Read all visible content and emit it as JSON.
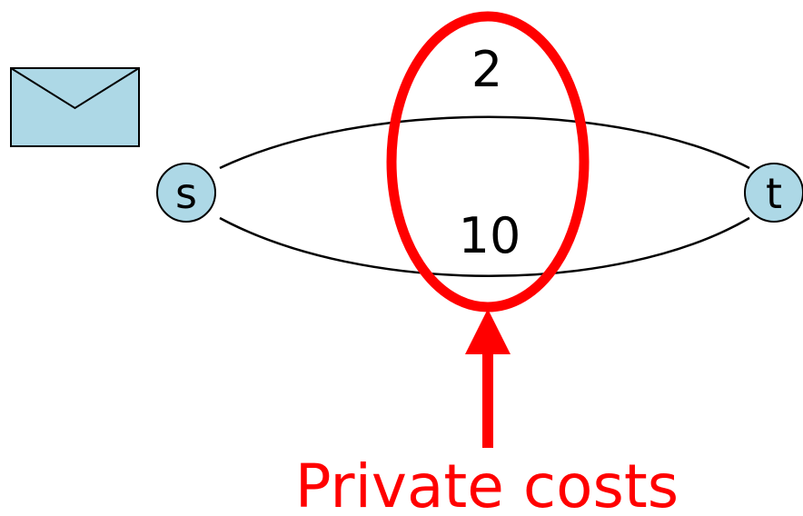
{
  "nodes": {
    "source": {
      "label": "s"
    },
    "target": {
      "label": "t"
    }
  },
  "edges": {
    "upper": {
      "cost": "2"
    },
    "lower": {
      "cost": "10"
    }
  },
  "annotation": {
    "caption": "Private costs"
  },
  "colors": {
    "node_fill": "#add8e6",
    "highlight": "#ff0000",
    "edge": "#000000"
  },
  "icons": {
    "message": "envelope-icon"
  }
}
